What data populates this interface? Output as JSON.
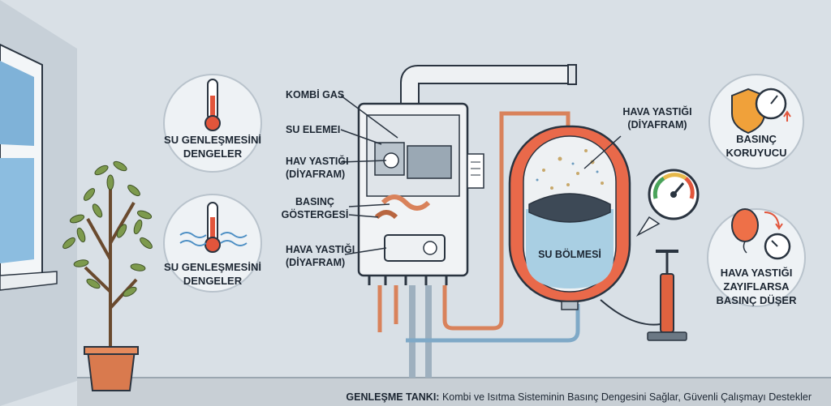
{
  "labels": {
    "kombi_gas": "KOMBİ GAS",
    "su_elemei": "SU ELEMEI",
    "hav_yastigi": [
      "HAV YASTIĞI",
      "(DİYAFRAM)"
    ],
    "basinc_gostergesi": [
      "BASINÇ",
      "GÖSTERGESİ"
    ],
    "hava_yastigi_left": [
      "HAVA YASTIĞI",
      "(DİYAFRAM)"
    ],
    "hava_yastigi_right": [
      "HAVA YASTIĞI",
      "(DİYAFRAM)"
    ],
    "su_bolmesi": "SU BÖLMESİ"
  },
  "badges": {
    "left_top": [
      "SU GENLEŞMESİNİ",
      "DENGELER"
    ],
    "left_bottom": [
      "SU GENLEŞMESİNİ",
      "DENGELER"
    ],
    "right_top": [
      "BASINÇ",
      "KORUYUCU"
    ],
    "right_bottom": [
      "HAVA YASTIĞI",
      "ZAYIFLARSA",
      "BASINÇ DÜŞER"
    ]
  },
  "caption": {
    "bold": "GENLEŞME TANKI:",
    "text": " Kombi ve Isıtma Sisteminin Basınç Dengesini Sağlar, Güvenli Çalışmayı Destekler"
  },
  "colors": {
    "wall": "#d9e0e6",
    "tank": "#e9694a",
    "water": "#a9cfe3",
    "pipe_copper": "#d9825b",
    "pipe_blue": "#7fa9c7",
    "badge_bg": "#eef2f5",
    "outline": "#2a3440"
  },
  "icons": [
    "thermometer-icon",
    "wave-thermometer-icon",
    "shield-gauge-icon",
    "balloon-gauge-icon",
    "pressure-gauge-icon",
    "air-pump-icon",
    "plant-icon",
    "window-icon"
  ]
}
